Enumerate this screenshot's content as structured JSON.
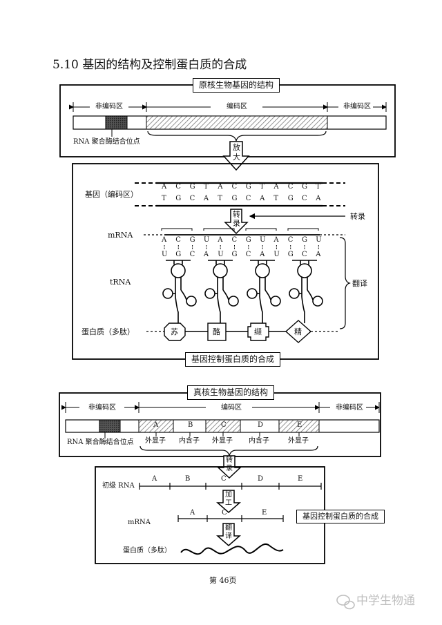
{
  "title": "5.10 基因的结构及控制蛋白质的合成",
  "prokaryote": {
    "heading": "原核生物基因的结构",
    "noncoding_left": "非编码区",
    "coding": "编码区",
    "noncoding_right": "非编码区",
    "rna_site": "RNA 聚合酶结合位点",
    "amplify": [
      "放",
      "大"
    ],
    "gene_label": "基因（编码区）",
    "dna_top": [
      "A",
      "C",
      "G",
      "T",
      "A",
      "C",
      "G",
      "T",
      "A",
      "C",
      "G",
      "T"
    ],
    "dna_bottom": [
      "T",
      "G",
      "C",
      "A",
      "T",
      "G",
      "C",
      "A",
      "T",
      "G",
      "C",
      "A"
    ],
    "transcribe_arrow": [
      "转",
      "录"
    ],
    "transcription": "转录",
    "mrna_label": "mRNA",
    "mrna_bases": [
      "A",
      "C",
      "G",
      "U",
      "A",
      "C",
      "G",
      "U",
      "A",
      "C",
      "G",
      "U"
    ],
    "anticodons": [
      "U",
      "G",
      "C",
      "A",
      "U",
      "G",
      "C",
      "A",
      "U",
      "G",
      "C",
      "A"
    ],
    "trna_label": "tRNA",
    "translation": "翻译",
    "protein_label": "蛋白质（多肽）",
    "amino_acids": [
      "苏",
      "酪",
      "缬",
      "精"
    ],
    "caption": "基因控制蛋白质的合成"
  },
  "eukaryote": {
    "heading": "真核生物基因的结构",
    "noncoding_left": "非编码区",
    "coding": "编码区",
    "noncoding_right": "非编码区",
    "segments": [
      "A",
      "B",
      "C",
      "D",
      "E"
    ],
    "exon": "外显子",
    "intron": "内含子",
    "rna_site": "RNA 聚合酶结合位点",
    "transcribe_arrow": [
      "转",
      "录"
    ],
    "primary_rna": "初级 RNA",
    "process_arrow": [
      "加",
      "工"
    ],
    "mrna_label": "mRNA",
    "mrna_segments": [
      "A",
      "C",
      "E"
    ],
    "translate_arrow": [
      "翻",
      "译"
    ],
    "protein_label": "蛋白质（多肽）",
    "caption": "基因控制蛋白质的合成"
  },
  "footer": {
    "page": "第 46页",
    "brand": "中学生物通"
  }
}
